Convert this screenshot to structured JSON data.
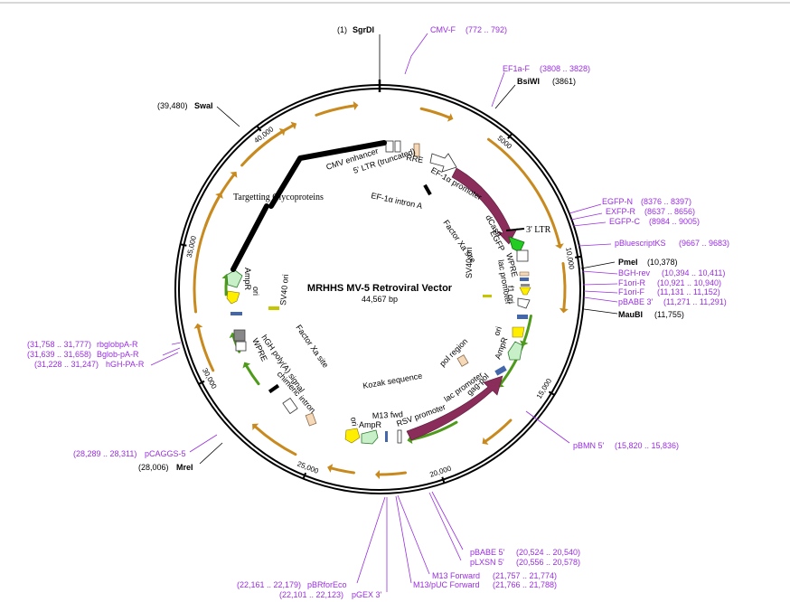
{
  "title": "MRHHS MV-5 Retroviral Vector",
  "length_label": "44,567 bp",
  "colors": {
    "primer": "#9a2ee0",
    "site": "#000000",
    "backbone": "#000000",
    "orf": "#8b2d5a",
    "arrow_orange": "#c88a1e",
    "arrow_green": "#4e9a1a",
    "egfp": "#22cc22",
    "ampr": "#c8f0c8",
    "ori": "#ffee00",
    "annotation": "#000000"
  },
  "ticks": [
    {
      "pos": 0,
      "label": ""
    },
    {
      "pos": 5000,
      "label": "5000"
    },
    {
      "pos": 10000,
      "label": "10,000"
    },
    {
      "pos": 15000,
      "label": "15,000"
    },
    {
      "pos": 20000,
      "label": "20,000"
    },
    {
      "pos": 25000,
      "label": "25,000"
    },
    {
      "pos": 30000,
      "label": "30,000"
    },
    {
      "pos": 35000,
      "label": "35,000"
    },
    {
      "pos": 40000,
      "label": "40,000"
    }
  ],
  "sites": [
    {
      "id": "sgrdi",
      "name": "SgrDI",
      "range": "(1)"
    },
    {
      "id": "cmvf",
      "name": "CMV-F",
      "range": "(772 .. 792)"
    },
    {
      "id": "ef1af",
      "name": "EF1a-F",
      "range": "(3808 .. 3828)"
    },
    {
      "id": "bsiwi",
      "name": "BsiWI",
      "range": "(3861)"
    },
    {
      "id": "swai",
      "name": "SwaI",
      "range": "(39,480)"
    },
    {
      "id": "egfpn",
      "name": "EGFP-N",
      "range": "(8376 .. 8397)"
    },
    {
      "id": "exfpr",
      "name": "EXFP-R",
      "range": "(8637 .. 8656)"
    },
    {
      "id": "egfpc",
      "name": "EGFP-C",
      "range": "(8984 .. 9005)"
    },
    {
      "id": "pbks",
      "name": "pBluescriptKS",
      "range": "(9667 .. 9683)"
    },
    {
      "id": "pmei",
      "name": "PmeI",
      "range": "(10,378)"
    },
    {
      "id": "bghrev",
      "name": "BGH-rev",
      "range": "(10,394 .. 10,411)"
    },
    {
      "id": "f1orir",
      "name": "F1ori-R",
      "range": "(10,921 .. 10,940)"
    },
    {
      "id": "f1orif",
      "name": "F1ori-F",
      "range": "(11,131 .. 11,152)"
    },
    {
      "id": "pbabe3",
      "name": "pBABE 3'",
      "range": "(11,271 .. 11,291)"
    },
    {
      "id": "maubi",
      "name": "MauBI",
      "range": "(11,755)"
    },
    {
      "id": "rbglob",
      "name": "rbglobpA-R",
      "range": "(31,758 .. 31,777)"
    },
    {
      "id": "bglob",
      "name": "Bglob-pA-R",
      "range": "(31,639 .. 31,658)"
    },
    {
      "id": "hghpa",
      "name": "hGH-PA-R",
      "range": "(31,228 .. 31,247)"
    },
    {
      "id": "pbmn5",
      "name": "pBMN 5'",
      "range": "(15,820 .. 15,836)"
    },
    {
      "id": "pcaggs",
      "name": "pCAGGS-5",
      "range": "(28,289 .. 28,311)"
    },
    {
      "id": "mrei",
      "name": "MreI",
      "range": "(28,006)"
    },
    {
      "id": "pbabe5",
      "name": "pBABE 5'",
      "range": "(20,524 .. 20,540)"
    },
    {
      "id": "plxsn",
      "name": "pLXSN 5'",
      "range": "(20,556 .. 20,578)"
    },
    {
      "id": "m13fwd",
      "name": "M13 Forward",
      "range": "(21,757 .. 21,774)"
    },
    {
      "id": "m13puc",
      "name": "M13/pUC Forward",
      "range": "(21,766 .. 21,788)"
    },
    {
      "id": "pbrforeco",
      "name": "pBRforEco",
      "range": "(22,161 .. 22,179)"
    },
    {
      "id": "pgex3",
      "name": "pGEX 3'",
      "range": "(22,101 .. 22,123)"
    }
  ],
  "features": {
    "cmv_enhancer": "CMV enhancer",
    "ltr5": "5' LTR (truncated)",
    "rre": "RRE",
    "ef1a_promoter": "EF-1α promoter",
    "ef1a_intron": "EF-1α intron A",
    "dcas9": "dCas9",
    "egfp": "EGFP",
    "wpre": "WPRE",
    "factor_xa_1": "Factor Xa site",
    "lac_promoter_1": "lac promoter",
    "f1_ori": "f1 ori",
    "sv40_ori_1": "SV40 ori",
    "ampr_1": "AmpR",
    "ori_1": "ori",
    "pol_region": "pol region",
    "lac_promoter_2": "lac promoter",
    "gag_pol": "gag-pol",
    "kozak": "Kozak sequence",
    "rsv_promoter": "RSV promoter",
    "m13_fwd": "M13 fwd",
    "ampr_2": "AmpR",
    "ori_2": "ori",
    "chimeric_intron": "chimeric intron",
    "hgh_polya": "hGH poly(A) signal",
    "wpre_2": "WPRE",
    "factor_xa_2": "Factor Xa site",
    "sv40_ori_2": "SV40 ori",
    "ampr_3": "AmpR",
    "ori_3": "ori"
  },
  "annotations": {
    "ltr3": "3' LTR",
    "targeting": "Targetting Glycoproteins"
  }
}
